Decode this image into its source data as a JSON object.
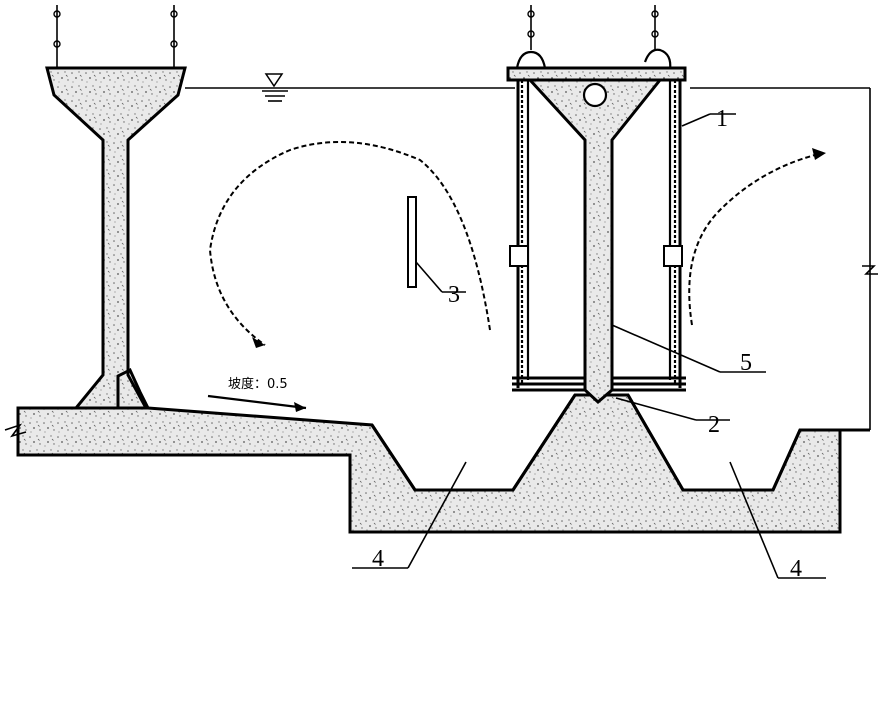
{
  "labels": {
    "l1": "1",
    "l2": "2",
    "l3": "3",
    "l4a": "4",
    "l4b": "4",
    "l5": "5"
  },
  "slope": {
    "text": "坡度：0.5"
  }
}
